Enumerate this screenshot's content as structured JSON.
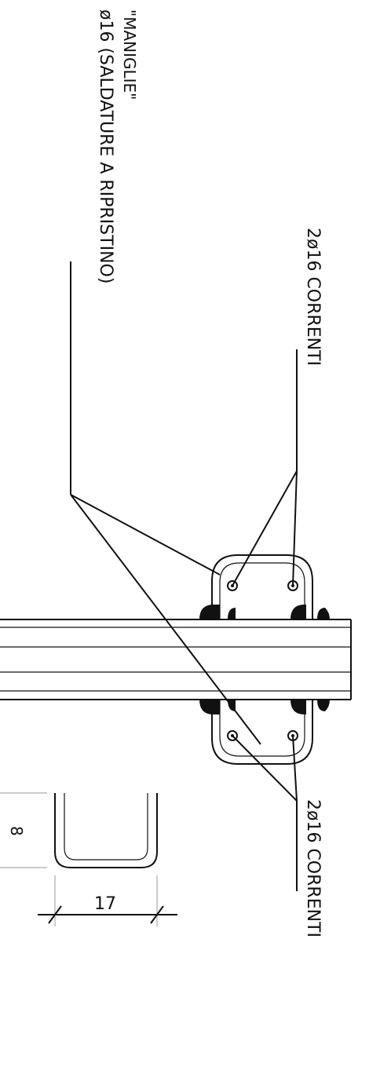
{
  "labels": {
    "handles_title": "\"MANIGLIE\"",
    "handles_spec": "ø16  (SALDATURE  A  RIPRISTINO)",
    "top_bars": "2ø16  CORRENTI",
    "bottom_bars": "2ø16  CORRENTI",
    "dimension_17": "17",
    "dimension_partial": "8"
  }
}
